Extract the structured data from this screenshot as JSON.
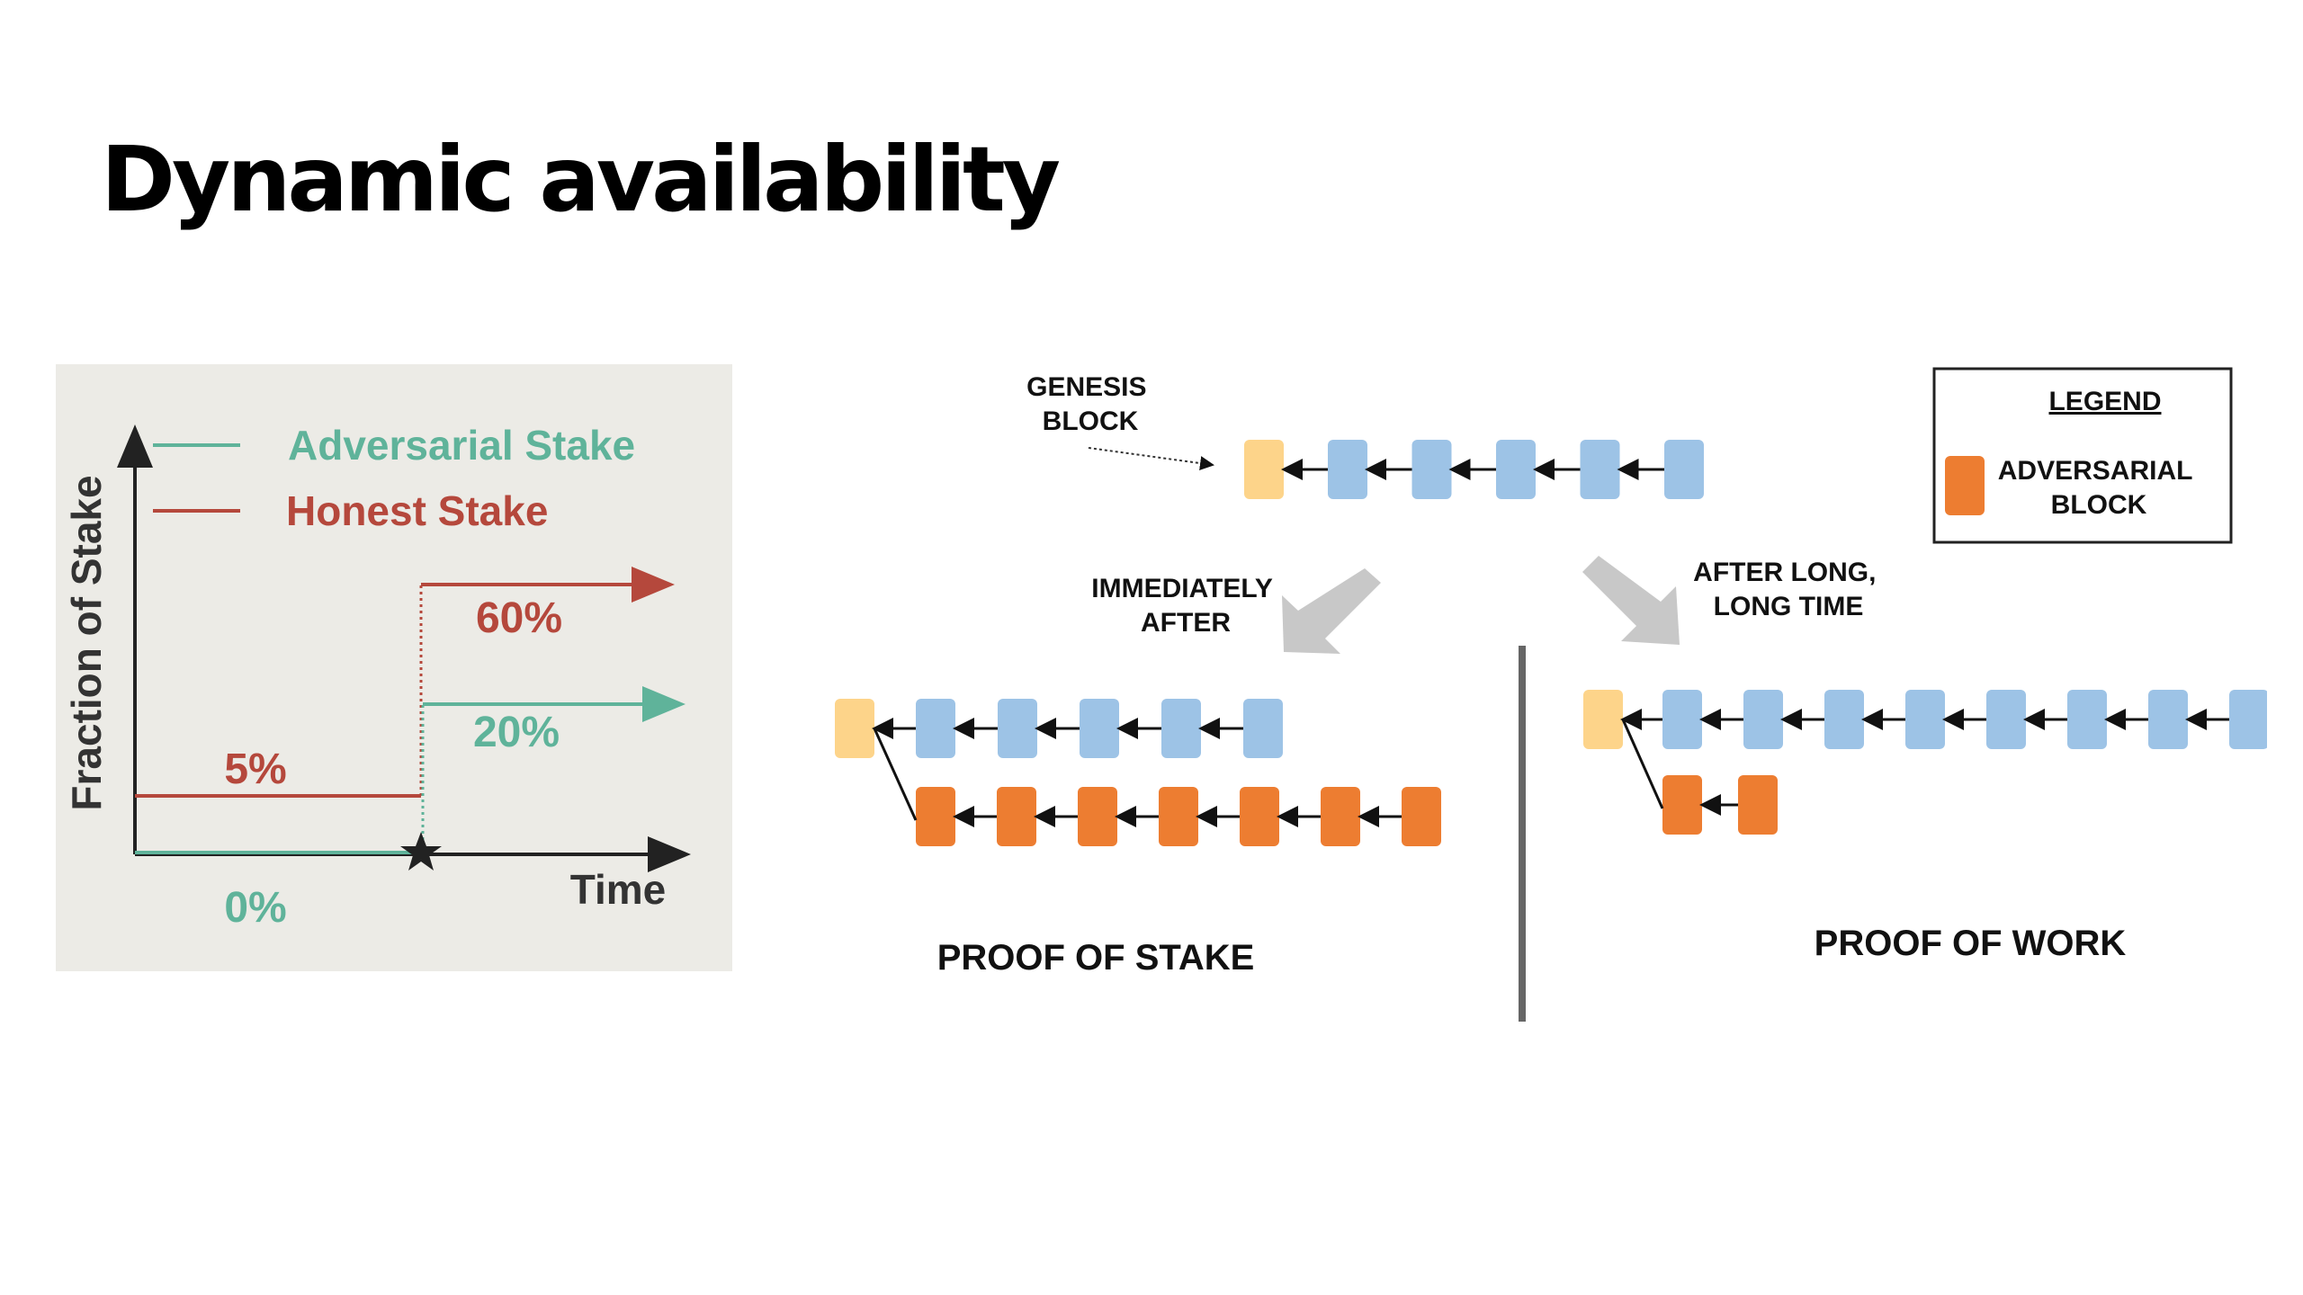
{
  "title": "Dynamic availability",
  "stake_chart": {
    "ylabel": "Fraction of Stake",
    "xlabel": "Time",
    "legend": [
      {
        "label": "Adversarial Stake",
        "color": "#5fb39a"
      },
      {
        "label": "Honest Stake",
        "color": "#b5483c"
      }
    ],
    "labels": {
      "honest_before": "5%",
      "adversarial_before": "0%",
      "honest_after": "60%",
      "adversarial_after": "20%"
    },
    "event_marker": "star-icon"
  },
  "chain_diagram": {
    "genesis_label": [
      "GENESIS",
      "BLOCK"
    ],
    "immediately_after_label": [
      "IMMEDIATELY",
      "AFTER"
    ],
    "after_long_label": [
      "AFTER LONG,",
      "LONG TIME"
    ],
    "legend": {
      "title": "LEGEND",
      "item": [
        "ADVERSARIAL",
        "BLOCK"
      ]
    },
    "pos_label": "PROOF OF STAKE",
    "pow_label": "PROOF OF WORK",
    "colors": {
      "genesis": "#fdd48a",
      "honest": "#9dc3e6",
      "adversarial": "#ed7d31"
    },
    "top_chain": {
      "honest_blocks": 5
    },
    "pos": {
      "honest_blocks": 5,
      "adversarial_blocks": 7
    },
    "pow": {
      "honest_blocks": 8,
      "adversarial_blocks": 2
    }
  }
}
